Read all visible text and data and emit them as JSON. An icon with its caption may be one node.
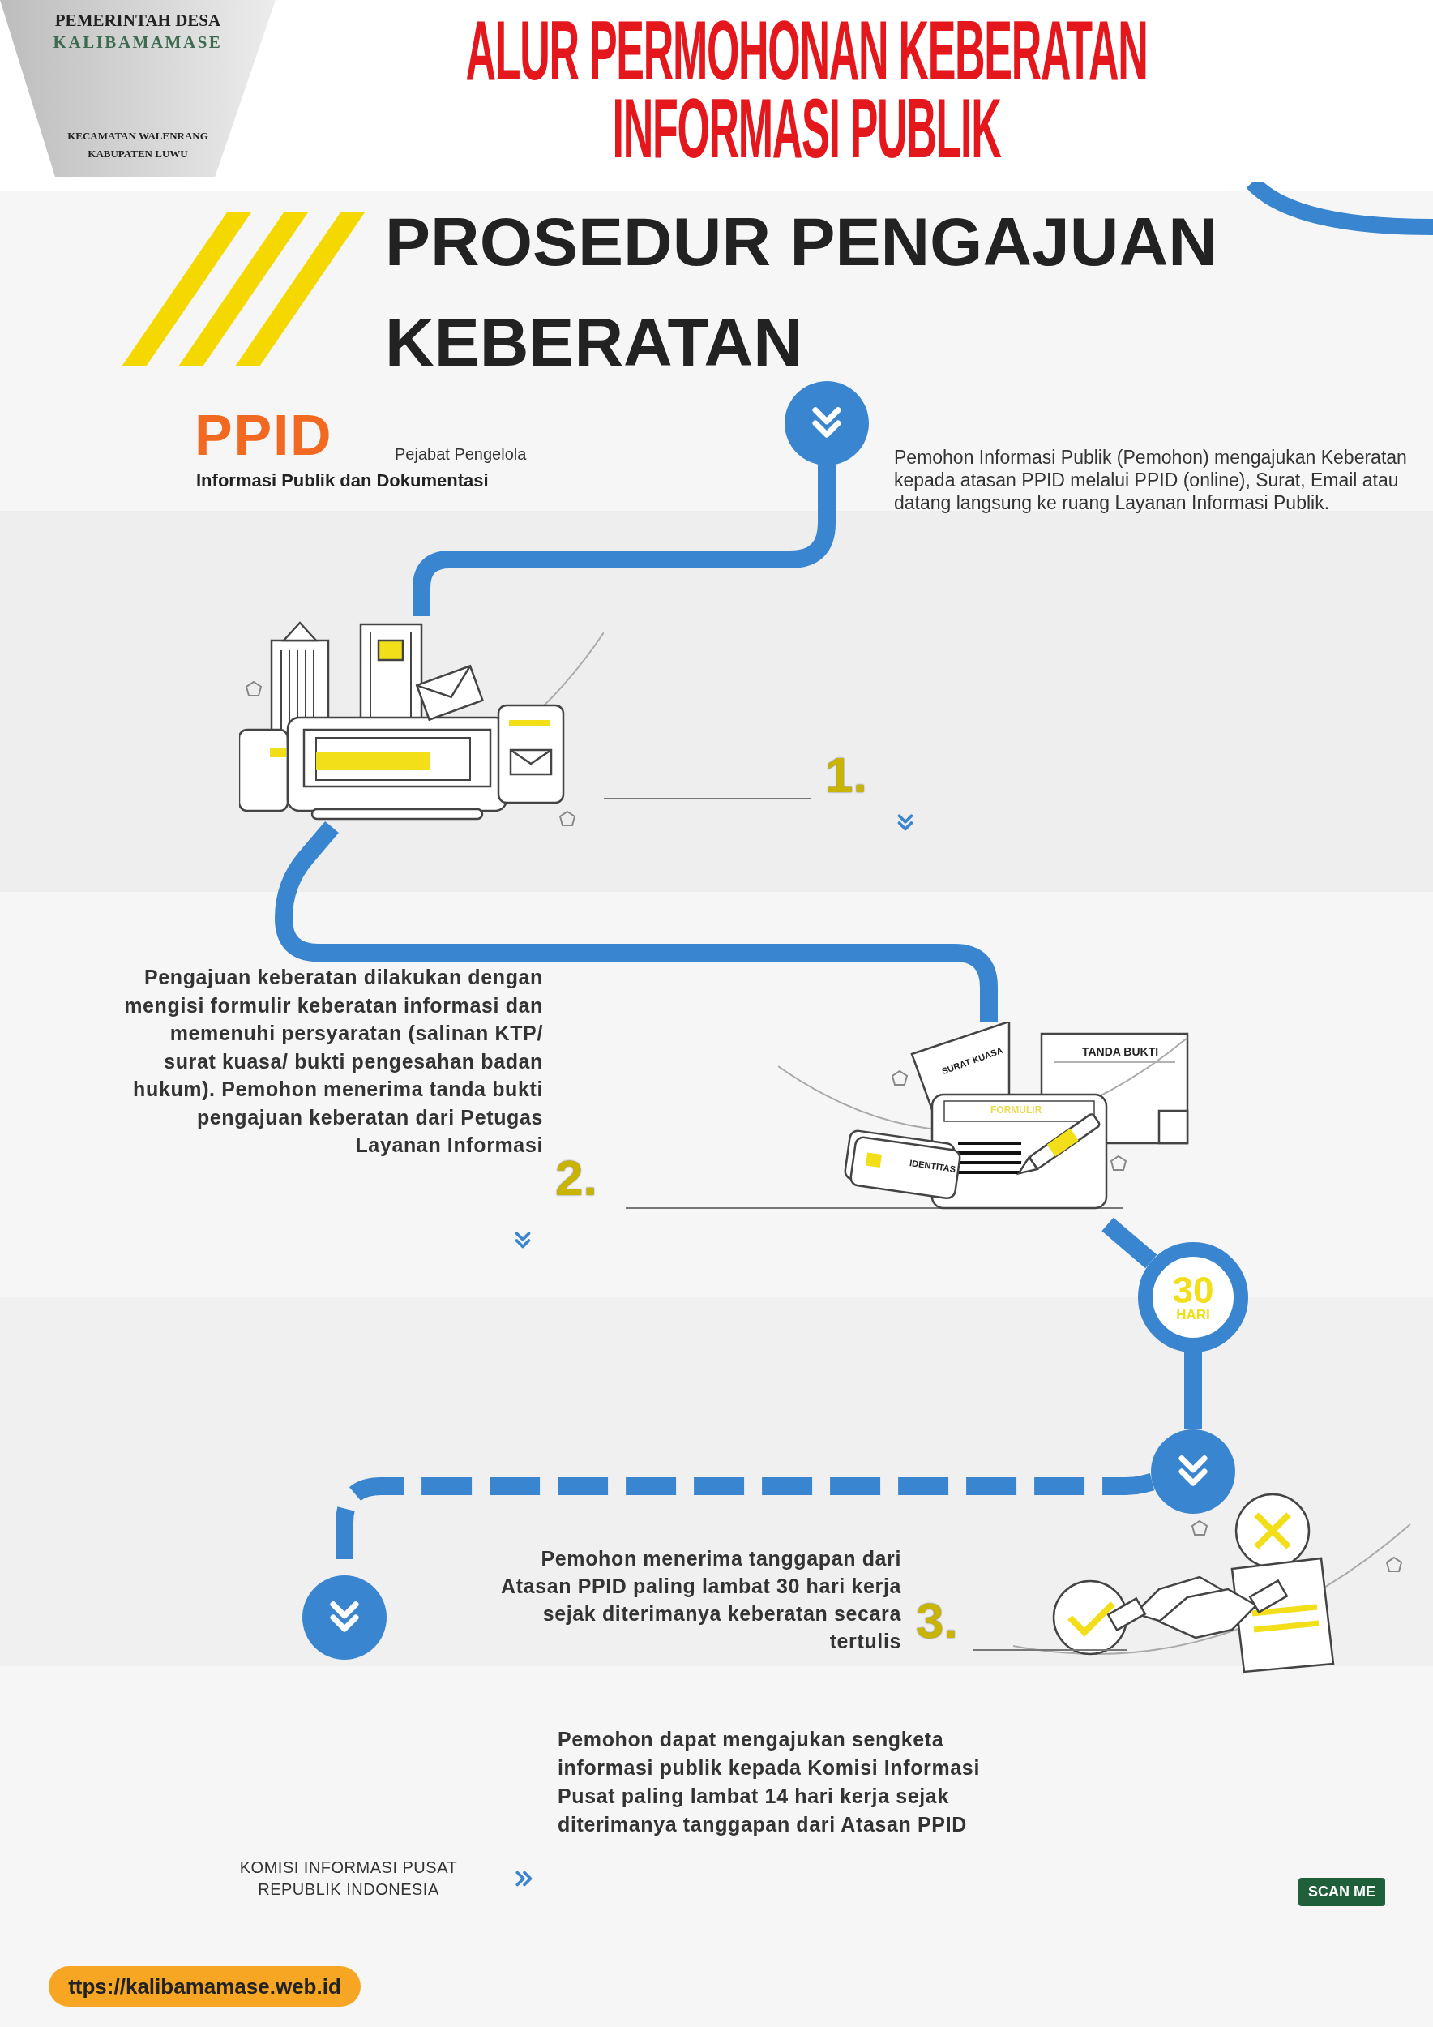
{
  "diagram": {
    "title": "ALUR PERMOHONAN KEBERATAN INFORMASI PUBLIK",
    "nodes": [
      {
        "text": [],
        "shape": "circle"
      },
      {
        "text": [],
        "shape": "picture"
      },
      {
        "text": [],
        "shape": "picture"
      },
      {
        "text": [
          "30",
          "HARI"
        ]
      },
      {
        "text": [],
        "shape": "circle"
      },
      {
        "text": [],
        "shape": "circle"
      }
    ],
    "edges": [
      {
        "from": 0,
        "to": 1,
        "arrow": "none"
      },
      {
        "from": 1,
        "to": 2,
        "arrow": "none"
      },
      {
        "from": 2,
        "to": 3,
        "arrow": "none"
      },
      {
        "from": 3,
        "to": 4,
        "arrow": "none"
      },
      {
        "from": 4,
        "to": 5,
        "arrow": "none",
        "style": "dashed"
      }
    ],
    "labels": [
      "PEMERINTAH DESA",
      "KALIBAMAMASE",
      "KECAMATAN WALENRANG",
      "KABUPATEN LUWU",
      "PROSEDUR PENGAJUAN KEBERATAN",
      "PPID",
      "Pejabat Pengelola",
      "Informasi Publik dan Dokumentasi",
      "Pemohon Informasi Publik (Pemohon) mengajukan Keberatan kepada atasan PPID melalui PPID (online), Surat, Email atau datang langsung ke ruang Layanan Informasi Publik.",
      "1.",
      "Pengajuan keberatan dilakukan dengan mengisi formulir keberatan informasi dan memenuhi persyaratan (salinan KTP/ surat kuasa/ bukti pengesahan badan hukum). Pemohon menerima tanda bukti pengajuan keberatan dari Petugas Layanan Informasi",
      "2.",
      "SURAT KUASA",
      "TANDA BUKTI",
      "FORMULIR",
      "IDENTITAS",
      "Pemohon  menerima tanggapan dari Atasan PPID paling lambat 30 hari kerja sejak diterimanya keberatan secara tertulis",
      "3.",
      "KOMISI INFORMASI PUSAT REPUBLIK INDONESIA",
      "Pemohon dapat mengajukan sengketa informasi publik kepada Komisi Informasi Pusat paling lambat 14 hari kerja sejak diterimanya tanggapan dari Atasan PPID",
      "SCAN ME",
      "ttps://kalibamamase.web.id"
    ]
  }
}
